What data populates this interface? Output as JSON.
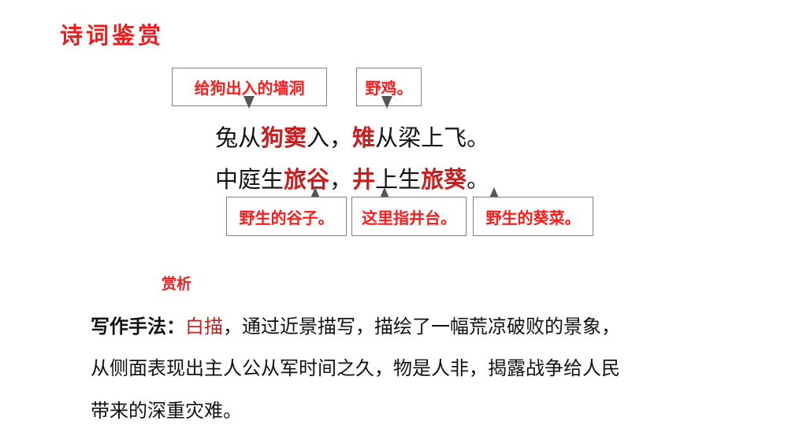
{
  "title": "诗词鉴赏",
  "annotations_top": [
    {
      "text": "给狗出入的墙洞"
    },
    {
      "text": "野鸡。"
    }
  ],
  "verses": [
    {
      "segments": [
        {
          "text": "兔从",
          "highlight": false
        },
        {
          "text": "狗窦",
          "highlight": true
        },
        {
          "text": "入，",
          "highlight": false
        },
        {
          "text": "雉",
          "highlight": true
        },
        {
          "text": "从梁上飞。",
          "highlight": false
        }
      ]
    },
    {
      "segments": [
        {
          "text": "中庭生",
          "highlight": false
        },
        {
          "text": "旅谷",
          "highlight": true
        },
        {
          "text": "，",
          "highlight": false
        },
        {
          "text": "井",
          "highlight": true
        },
        {
          "text": "上生",
          "highlight": false
        },
        {
          "text": "旅葵",
          "highlight": true
        },
        {
          "text": "。",
          "highlight": false
        }
      ]
    }
  ],
  "annotations_bottom": [
    {
      "text": "野生的谷子。"
    },
    {
      "text": "这里指井台。"
    },
    {
      "text": "野生的葵菜。"
    }
  ],
  "analysis": {
    "heading": "赏析",
    "label": "写作手法：",
    "technique": "白描",
    "line1_rest": "，通过近景描写，描绘了一幅荒凉破败的景象，",
    "line2": "从侧面表现出主人公从军时间之久，物是人非，揭露战争给人民",
    "line3": "带来的深重灾难。"
  },
  "colors": {
    "title_red": "#ee1c1c",
    "highlight_red": "#c81e1e",
    "box_border": "#808080",
    "arrow": "#555555"
  }
}
